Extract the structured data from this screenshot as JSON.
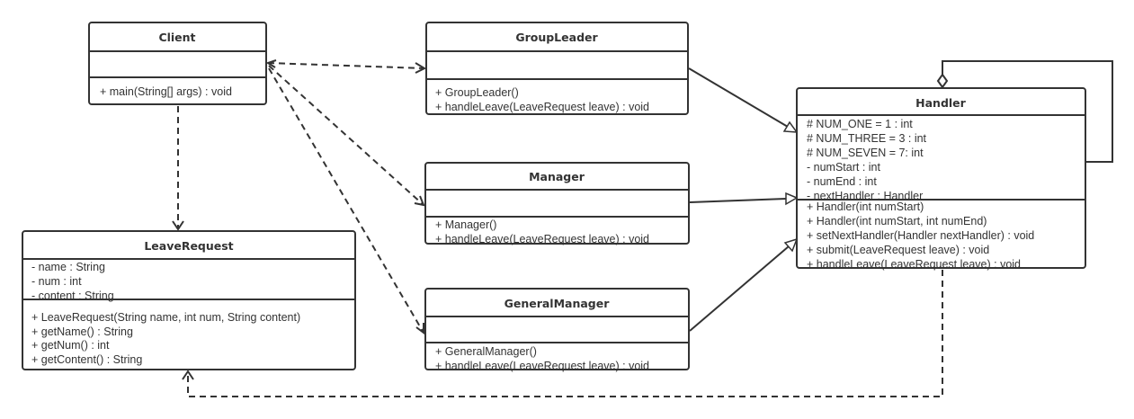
{
  "classes": {
    "client": {
      "name": "Client",
      "attributes": [],
      "methods": [
        "+ main(String[] args) : void"
      ]
    },
    "group_leader": {
      "name": "GroupLeader",
      "attributes": [],
      "methods": [
        "+ GroupLeader()",
        "+ handleLeave(LeaveRequest leave) : void"
      ]
    },
    "manager": {
      "name": "Manager",
      "attributes": [],
      "methods": [
        "+ Manager()",
        "+ handleLeave(LeaveRequest leave) : void"
      ]
    },
    "general_manager": {
      "name": "GeneralManager",
      "attributes": [],
      "methods": [
        "+ GeneralManager()",
        "+ handleLeave(LeaveRequest leave) : void"
      ]
    },
    "handler": {
      "name": "Handler",
      "attributes": [
        "# NUM_ONE = 1 :   int",
        "# NUM_THREE = 3 :   int",
        "# NUM_SEVEN = 7:   int",
        "- numStart :   int",
        "- numEnd :   int",
        "- nextHandler :   Handler"
      ],
      "methods": [
        "+ Handler(int numStart)",
        "+ Handler(int numStart, int numEnd)",
        "+ setNextHandler(Handler nextHandler) :   void",
        "+ submit(LeaveRequest leave) :   void",
        "+ handleLeave(LeaveRequest leave) :   void"
      ]
    },
    "leave_request": {
      "name": "LeaveRequest",
      "attributes": [
        "- name : String",
        "- num : int",
        "- content : String"
      ],
      "methods": [
        "+ LeaveRequest(String name, int num, String content)",
        "+ getName() : String",
        "+ getNum() : int",
        "+ getContent() : String"
      ]
    }
  },
  "relations": [
    {
      "type": "dependency",
      "from": "Client",
      "to": "GroupLeader"
    },
    {
      "type": "dependency",
      "from": "Client",
      "to": "Manager"
    },
    {
      "type": "dependency",
      "from": "Client",
      "to": "GeneralManager"
    },
    {
      "type": "dependency",
      "from": "Client",
      "to": "LeaveRequest"
    },
    {
      "type": "dependency",
      "from": "Handler",
      "to": "LeaveRequest"
    },
    {
      "type": "generalization",
      "from": "GroupLeader",
      "to": "Handler"
    },
    {
      "type": "generalization",
      "from": "Manager",
      "to": "Handler"
    },
    {
      "type": "generalization",
      "from": "GeneralManager",
      "to": "Handler"
    },
    {
      "type": "aggregation",
      "from": "Handler",
      "to": "Handler"
    }
  ]
}
